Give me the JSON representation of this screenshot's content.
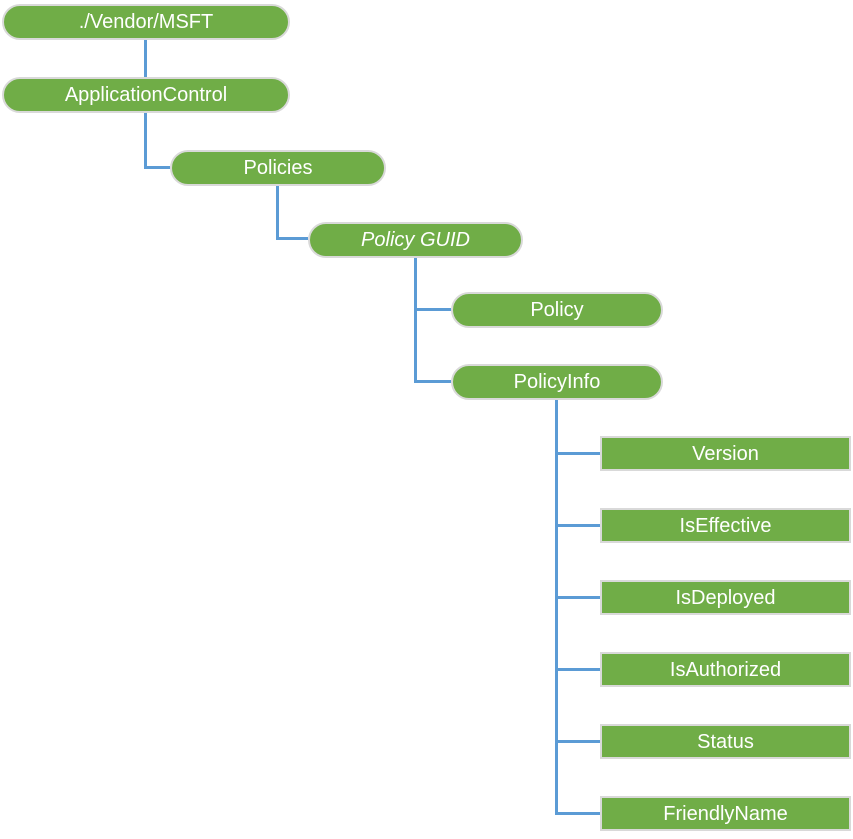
{
  "diagram": {
    "type": "tree",
    "nodes": [
      {
        "id": "vendor-msft",
        "label": "./Vendor/MSFT",
        "shape": "pill"
      },
      {
        "id": "application-control",
        "label": "ApplicationControl",
        "shape": "pill"
      },
      {
        "id": "policies",
        "label": "Policies",
        "shape": "pill"
      },
      {
        "id": "policy-guid",
        "label": "Policy GUID",
        "shape": "pill",
        "italic": true
      },
      {
        "id": "policy",
        "label": "Policy",
        "shape": "pill"
      },
      {
        "id": "policy-info",
        "label": "PolicyInfo",
        "shape": "pill"
      },
      {
        "id": "version",
        "label": "Version",
        "shape": "rect"
      },
      {
        "id": "is-effective",
        "label": "IsEffective",
        "shape": "rect"
      },
      {
        "id": "is-deployed",
        "label": "IsDeployed",
        "shape": "rect"
      },
      {
        "id": "is-authorized",
        "label": "IsAuthorized",
        "shape": "rect"
      },
      {
        "id": "status",
        "label": "Status",
        "shape": "rect"
      },
      {
        "id": "friendly-name",
        "label": "FriendlyName",
        "shape": "rect"
      }
    ],
    "edges": [
      {
        "parent": "./Vendor/MSFT",
        "child": "ApplicationControl"
      },
      {
        "parent": "ApplicationControl",
        "child": "Policies"
      },
      {
        "parent": "Policies",
        "child": "Policy GUID"
      },
      {
        "parent": "Policy GUID",
        "child": "Policy"
      },
      {
        "parent": "Policy GUID",
        "child": "PolicyInfo"
      },
      {
        "parent": "PolicyInfo",
        "child": "Version"
      },
      {
        "parent": "PolicyInfo",
        "child": "IsEffective"
      },
      {
        "parent": "PolicyInfo",
        "child": "IsDeployed"
      },
      {
        "parent": "PolicyInfo",
        "child": "IsAuthorized"
      },
      {
        "parent": "PolicyInfo",
        "child": "Status"
      },
      {
        "parent": "PolicyInfo",
        "child": "FriendlyName"
      }
    ],
    "colors": {
      "node_fill": "#70AD47",
      "node_border": "#D9D9D9",
      "connector": "#5B9BD5",
      "text": "#FFFFFF",
      "background": "#FFFFFF"
    }
  }
}
